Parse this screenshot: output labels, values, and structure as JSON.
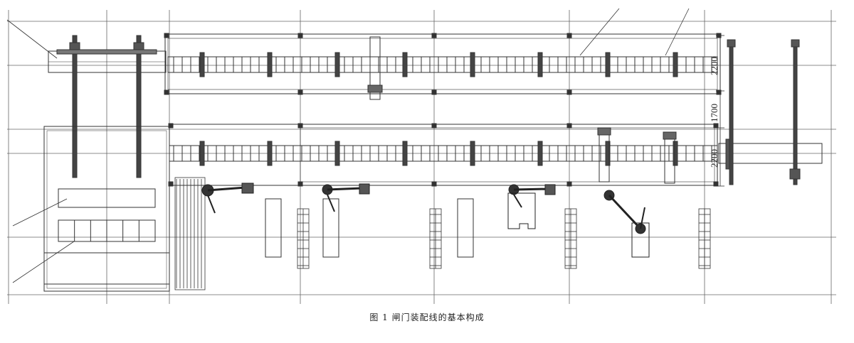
{
  "figure": {
    "caption": "图 1  闸门装配线的基本构成"
  },
  "dimensions": {
    "upper_line_width": "2200",
    "line_spacing": "1700",
    "lower_line_width": "2200"
  },
  "colors": {
    "line": "#333333",
    "grid": "#555555",
    "heavy": "#1a1a1a",
    "background": "#ffffff"
  }
}
